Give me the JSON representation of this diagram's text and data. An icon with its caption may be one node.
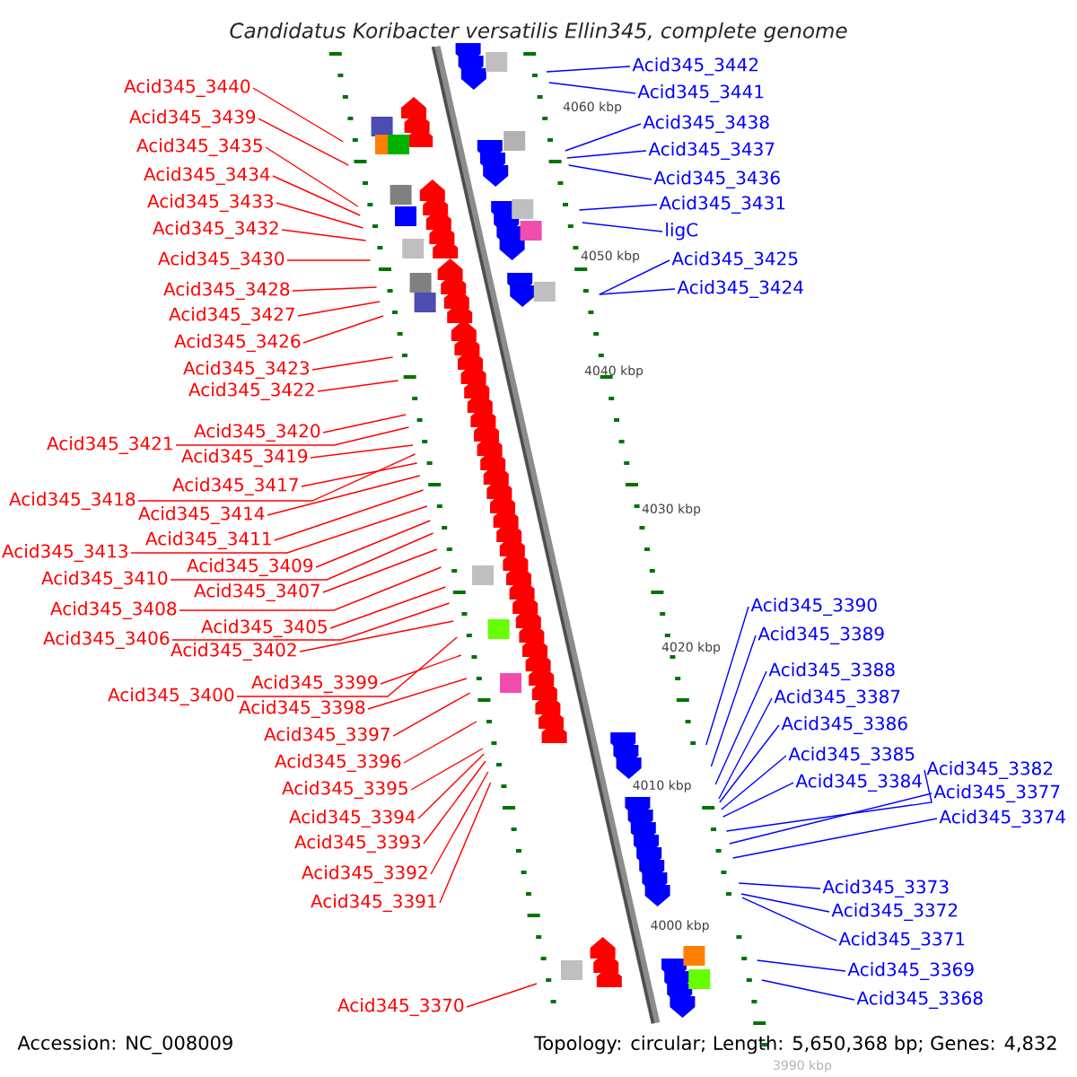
{
  "diagram": {
    "title": "Candidatus Koribacter versatilis Ellin345, complete genome",
    "nodes": [
      {
        "text": [
          "Acid345_3440"
        ]
      },
      {
        "text": [
          "Acid345_3439"
        ]
      },
      {
        "text": [
          "Acid345_3435"
        ]
      },
      {
        "text": [
          "Acid345_3434"
        ]
      },
      {
        "text": [
          "Acid345_3433"
        ]
      },
      {
        "text": [
          "Acid345_3432"
        ]
      },
      {
        "text": [
          "Acid345_3430"
        ]
      },
      {
        "text": [
          "Acid345_3428"
        ]
      },
      {
        "text": [
          "Acid345_3427"
        ]
      },
      {
        "text": [
          "Acid345_3426"
        ]
      },
      {
        "text": [
          "Acid345_3423"
        ]
      },
      {
        "text": [
          "Acid345_3422"
        ]
      },
      {
        "text": [
          "Acid345_3420"
        ]
      },
      {
        "text": [
          "Acid345_3421"
        ]
      },
      {
        "text": [
          "Acid345_3419"
        ]
      },
      {
        "text": [
          "Acid345_3417"
        ]
      },
      {
        "text": [
          "Acid345_3418"
        ]
      },
      {
        "text": [
          "Acid345_3414"
        ]
      },
      {
        "text": [
          "Acid345_3411"
        ]
      },
      {
        "text": [
          "Acid345_3413"
        ]
      },
      {
        "text": [
          "Acid345_3409"
        ]
      },
      {
        "text": [
          "Acid345_3410"
        ]
      },
      {
        "text": [
          "Acid345_3407"
        ]
      },
      {
        "text": [
          "Acid345_3408"
        ]
      },
      {
        "text": [
          "Acid345_3405"
        ]
      },
      {
        "text": [
          "Acid345_3406"
        ]
      },
      {
        "text": [
          "Acid345_3402"
        ]
      },
      {
        "text": [
          "Acid345_3400"
        ]
      },
      {
        "text": [
          "Acid345_3399"
        ]
      },
      {
        "text": [
          "Acid345_3398"
        ]
      },
      {
        "text": [
          "Acid345_3397"
        ]
      },
      {
        "text": [
          "Acid345_3396"
        ]
      },
      {
        "text": [
          "Acid345_3395"
        ]
      },
      {
        "text": [
          "Acid345_3394"
        ]
      },
      {
        "text": [
          "Acid345_3393"
        ]
      },
      {
        "text": [
          "Acid345_3392"
        ]
      },
      {
        "text": [
          "Acid345_3391"
        ]
      },
      {
        "text": [
          "Acid345_3370"
        ]
      },
      {
        "text": [
          "Acid345_3442"
        ]
      },
      {
        "text": [
          "Acid345_3441"
        ]
      },
      {
        "text": [
          "Acid345_3438"
        ]
      },
      {
        "text": [
          "Acid345_3437"
        ]
      },
      {
        "text": [
          "Acid345_3436"
        ]
      },
      {
        "text": [
          "Acid345_3431"
        ]
      },
      {
        "text": [
          "ligC"
        ]
      },
      {
        "text": [
          "Acid345_3425"
        ]
      },
      {
        "text": [
          "Acid345_3424"
        ]
      },
      {
        "text": [
          "Acid345_3390"
        ]
      },
      {
        "text": [
          "Acid345_3389"
        ]
      },
      {
        "text": [
          "Acid345_3388"
        ]
      },
      {
        "text": [
          "Acid345_3387"
        ]
      },
      {
        "text": [
          "Acid345_3386"
        ]
      },
      {
        "text": [
          "Acid345_3385"
        ]
      },
      {
        "text": [
          "Acid345_3384"
        ]
      },
      {
        "text": [
          "Acid345_3382"
        ]
      },
      {
        "text": [
          "Acid345_3377"
        ]
      },
      {
        "text": [
          "Acid345_3374"
        ]
      },
      {
        "text": [
          "Acid345_3373"
        ]
      },
      {
        "text": [
          "Acid345_3372"
        ]
      },
      {
        "text": [
          "Acid345_3371"
        ]
      },
      {
        "text": [
          "Acid345_3369"
        ]
      },
      {
        "text": [
          "Acid345_3368"
        ]
      }
    ],
    "edges": [
      {
        "from": 0,
        "to": null,
        "arrow": "none"
      },
      {
        "from": 1,
        "to": null,
        "arrow": "none"
      },
      {
        "from": 2,
        "to": null,
        "arrow": "none"
      },
      {
        "from": 3,
        "to": null,
        "arrow": "none"
      },
      {
        "from": 4,
        "to": null,
        "arrow": "none"
      },
      {
        "from": 5,
        "to": null,
        "arrow": "none"
      },
      {
        "from": 6,
        "to": null,
        "arrow": "none"
      },
      {
        "from": 7,
        "to": null,
        "arrow": "none"
      },
      {
        "from": 8,
        "to": null,
        "arrow": "none"
      },
      {
        "from": 9,
        "to": null,
        "arrow": "none"
      },
      {
        "from": 10,
        "to": null,
        "arrow": "none"
      },
      {
        "from": 11,
        "to": null,
        "arrow": "none"
      },
      {
        "from": 12,
        "to": null,
        "arrow": "none"
      },
      {
        "from": 13,
        "to": null,
        "arrow": "none"
      },
      {
        "from": 14,
        "to": null,
        "arrow": "none"
      },
      {
        "from": 15,
        "to": null,
        "arrow": "none"
      },
      {
        "from": 16,
        "to": null,
        "arrow": "none"
      },
      {
        "from": 17,
        "to": null,
        "arrow": "none"
      },
      {
        "from": 18,
        "to": null,
        "arrow": "none"
      },
      {
        "from": 19,
        "to": null,
        "arrow": "none"
      },
      {
        "from": 20,
        "to": null,
        "arrow": "none"
      },
      {
        "from": 21,
        "to": null,
        "arrow": "none"
      },
      {
        "from": 22,
        "to": null,
        "arrow": "none"
      },
      {
        "from": 23,
        "to": null,
        "arrow": "none"
      },
      {
        "from": 24,
        "to": null,
        "arrow": "none"
      },
      {
        "from": 25,
        "to": null,
        "arrow": "none"
      },
      {
        "from": 26,
        "to": null,
        "arrow": "none"
      },
      {
        "from": 27,
        "to": null,
        "arrow": "none"
      },
      {
        "from": 28,
        "to": null,
        "arrow": "none"
      },
      {
        "from": 29,
        "to": null,
        "arrow": "none"
      },
      {
        "from": 30,
        "to": null,
        "arrow": "none"
      },
      {
        "from": 31,
        "to": null,
        "arrow": "none"
      },
      {
        "from": 32,
        "to": null,
        "arrow": "none"
      },
      {
        "from": 33,
        "to": null,
        "arrow": "none"
      },
      {
        "from": 34,
        "to": null,
        "arrow": "none"
      },
      {
        "from": 35,
        "to": null,
        "arrow": "none"
      },
      {
        "from": 36,
        "to": null,
        "arrow": "none"
      },
      {
        "from": 37,
        "to": null,
        "arrow": "none"
      },
      {
        "from": 38,
        "to": null,
        "arrow": "none",
        "color": "#0000ff"
      },
      {
        "from": 39,
        "to": null,
        "arrow": "none",
        "color": "#0000ff"
      },
      {
        "from": 40,
        "to": null,
        "arrow": "none",
        "color": "#0000ff"
      },
      {
        "from": 41,
        "to": null,
        "arrow": "none",
        "color": "#0000ff"
      },
      {
        "from": 42,
        "to": null,
        "arrow": "none",
        "color": "#0000ff"
      },
      {
        "from": 43,
        "to": null,
        "arrow": "none",
        "color": "#0000ff"
      },
      {
        "from": 44,
        "to": null,
        "arrow": "none",
        "color": "#0000ff"
      },
      {
        "from": 45,
        "to": null,
        "arrow": "none",
        "color": "#0000ff"
      },
      {
        "from": 46,
        "to": null,
        "arrow": "none",
        "color": "#0000ff"
      },
      {
        "from": 47,
        "to": null,
        "arrow": "none",
        "color": "#0000ff"
      },
      {
        "from": 48,
        "to": null,
        "arrow": "none",
        "color": "#0000ff"
      },
      {
        "from": 49,
        "to": null,
        "arrow": "none",
        "color": "#0000ff"
      },
      {
        "from": 50,
        "to": null,
        "arrow": "none",
        "color": "#0000ff"
      },
      {
        "from": 51,
        "to": null,
        "arrow": "none",
        "color": "#0000ff"
      },
      {
        "from": 52,
        "to": null,
        "arrow": "none",
        "color": "#0000ff"
      },
      {
        "from": 53,
        "to": null,
        "arrow": "none",
        "color": "#0000ff"
      },
      {
        "from": 54,
        "to": null,
        "arrow": "none",
        "color": "#0000ff"
      },
      {
        "from": 55,
        "to": null,
        "arrow": "none",
        "color": "#0000ff"
      },
      {
        "from": 56,
        "to": null,
        "arrow": "none",
        "color": "#0000ff"
      },
      {
        "from": 57,
        "to": null,
        "arrow": "none",
        "color": "#0000ff"
      },
      {
        "from": 58,
        "to": null,
        "arrow": "none",
        "color": "#0000ff"
      },
      {
        "from": 59,
        "to": null,
        "arrow": "none",
        "color": "#0000ff"
      },
      {
        "from": 60,
        "to": null,
        "arrow": "none",
        "color": "#0000ff"
      },
      {
        "from": 61,
        "to": null,
        "arrow": "none",
        "color": "#0000ff"
      }
    ],
    "labels": [
      "4060 kbp",
      "4050 kbp",
      "4040 kbp",
      "4030 kbp",
      "4020 kbp",
      "4010 kbp",
      "4000 kbp",
      "Accession: NC_008009",
      "Topology: circular; Length: 5,650,368 bp; Genes: 4,832",
      "3990 kbp"
    ]
  }
}
